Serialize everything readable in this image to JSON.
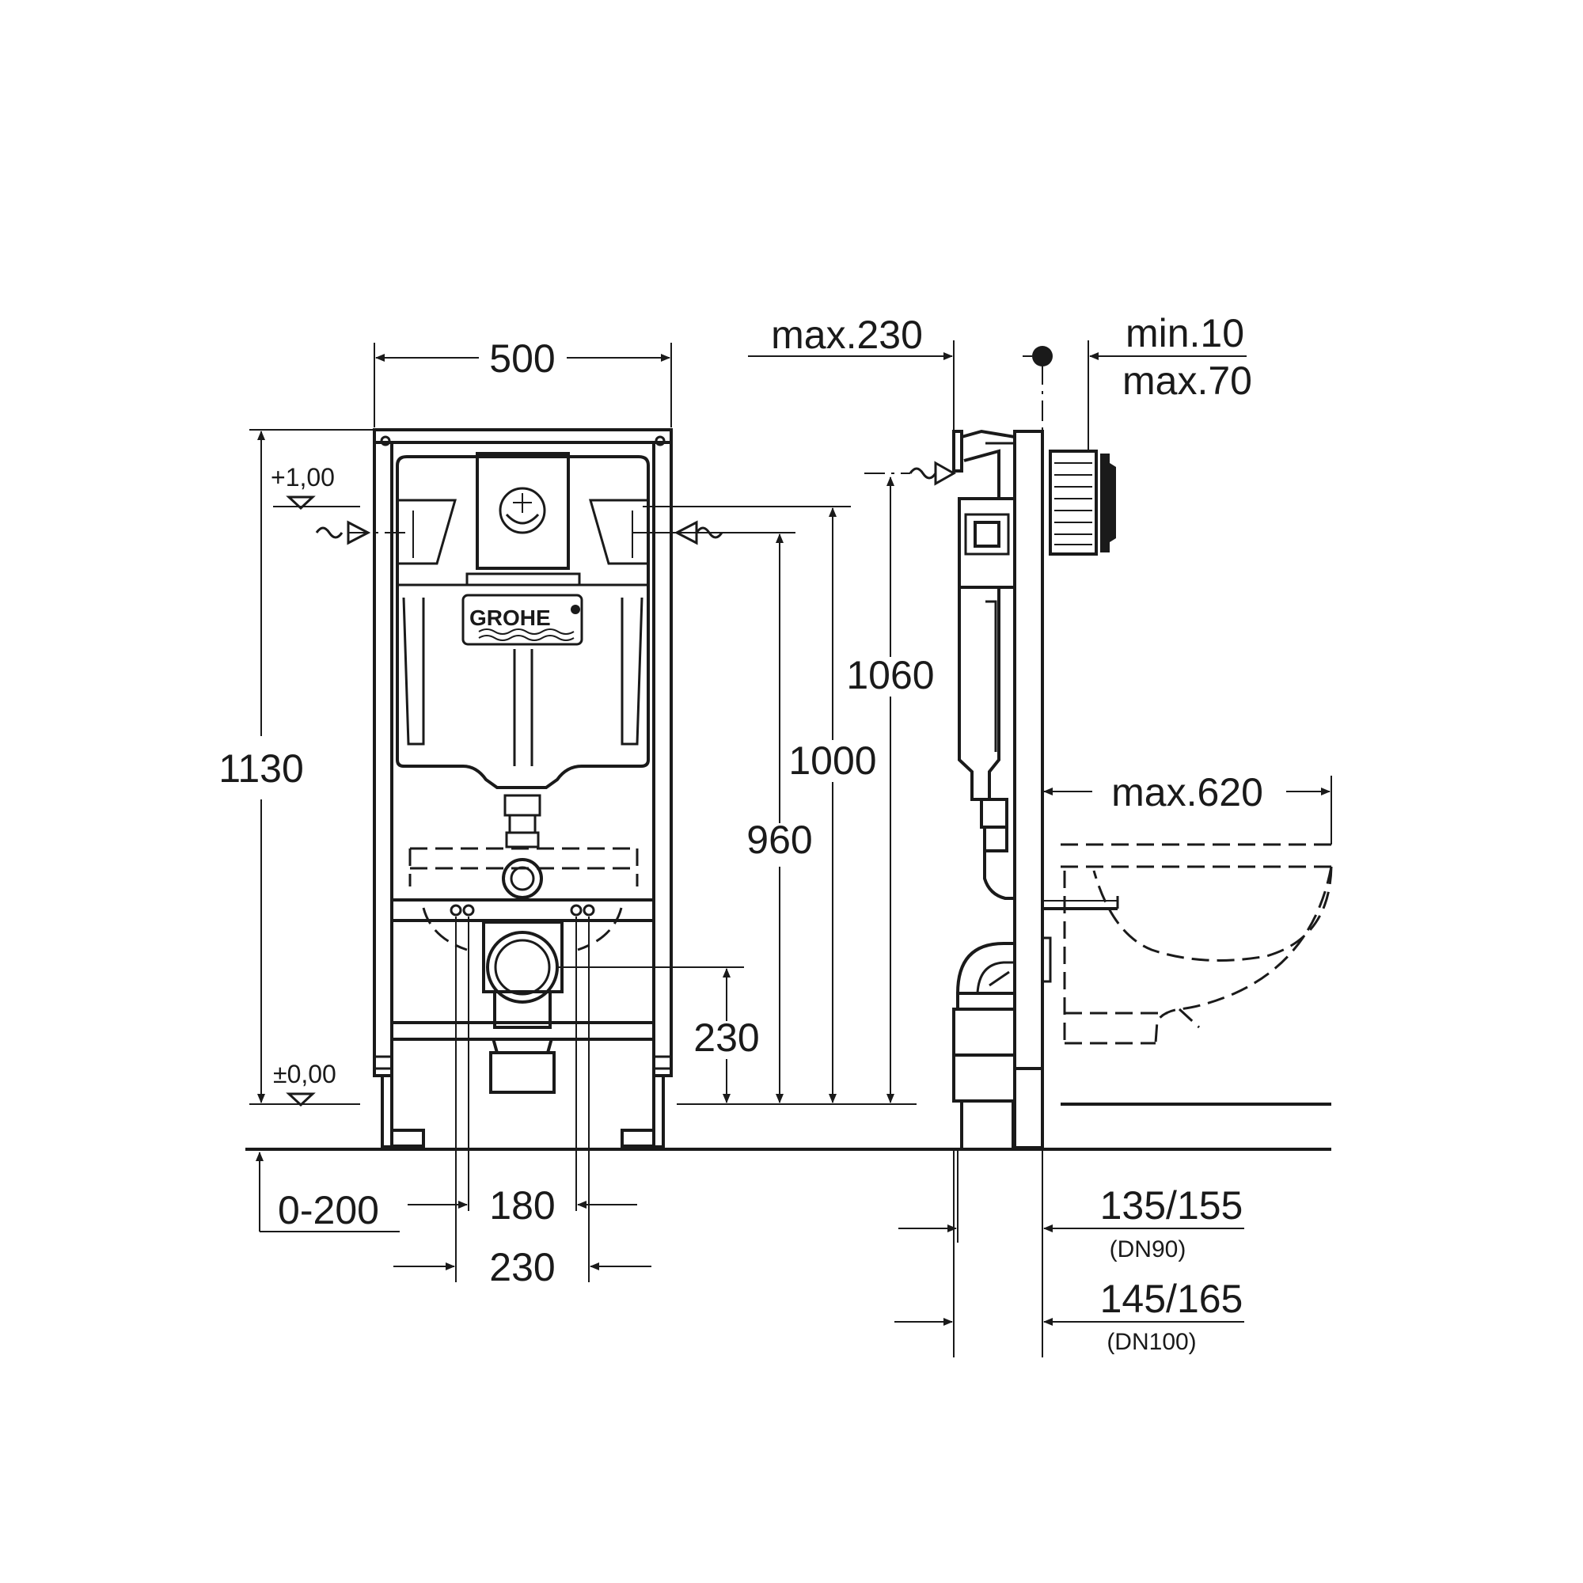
{
  "brand": {
    "logo_text": "GROHE"
  },
  "front_view": {
    "width_label": "500",
    "height_label": "1130",
    "level_top_label": "+1,00",
    "level_zero_label": "±0,00",
    "floor_adjust_label": "0-200",
    "inner_spacing_label": "180",
    "outer_spacing_label": "230",
    "drain_height_label": "230",
    "inlet_height_label": "960",
    "frame_mark_label": "1000",
    "top_height_label": "1060"
  },
  "side_view": {
    "max_depth_label": "max.230",
    "min_label": "min.10",
    "max_label": "max.70",
    "projection_label": "max.620",
    "dn90_dim_label": "135/155",
    "dn90_label": "(DN90)",
    "dn100_dim_label": "145/165",
    "dn100_label": "(DN100)"
  }
}
